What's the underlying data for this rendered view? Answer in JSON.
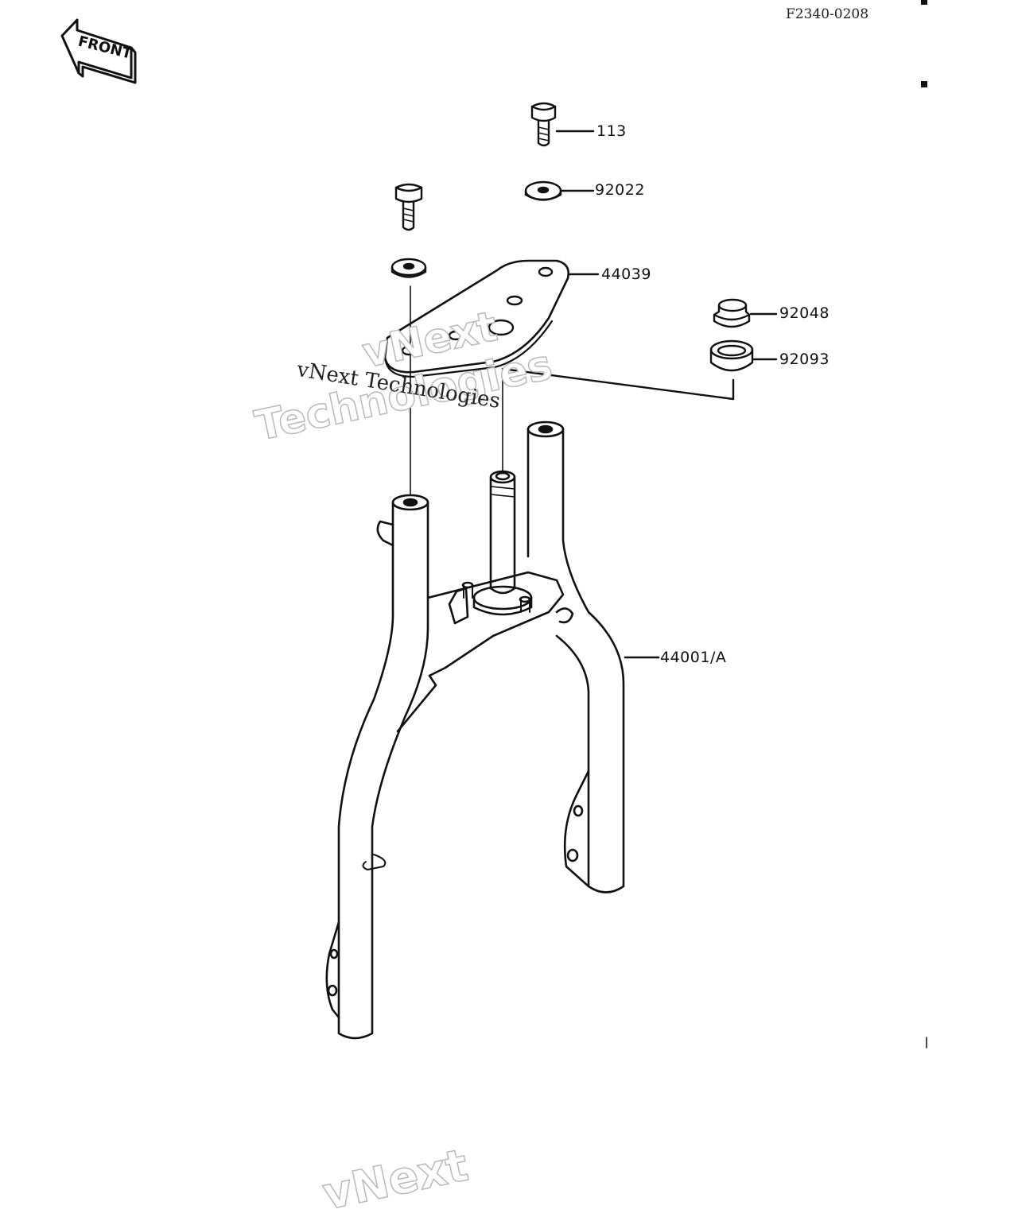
{
  "figure_code": "F2340-0208",
  "front_label": "FRONT",
  "parts": [
    {
      "ref": "113",
      "name": "bolt"
    },
    {
      "ref": "92022",
      "name": "washer"
    },
    {
      "ref": "44039",
      "name": "upper bracket"
    },
    {
      "ref": "92048",
      "name": "steering stem cap"
    },
    {
      "ref": "92093",
      "name": "seal"
    },
    {
      "ref": "44001/A",
      "name": "fork frame"
    }
  ],
  "watermarks": {
    "serif_text": "vNext Technologies",
    "outline_1": "vNext",
    "outline_2": "Technologies",
    "outline_bottom": "vNext"
  },
  "colors": {
    "ink": "#111111",
    "watermark_outline": "#b9b9b9",
    "background": "#ffffff"
  }
}
